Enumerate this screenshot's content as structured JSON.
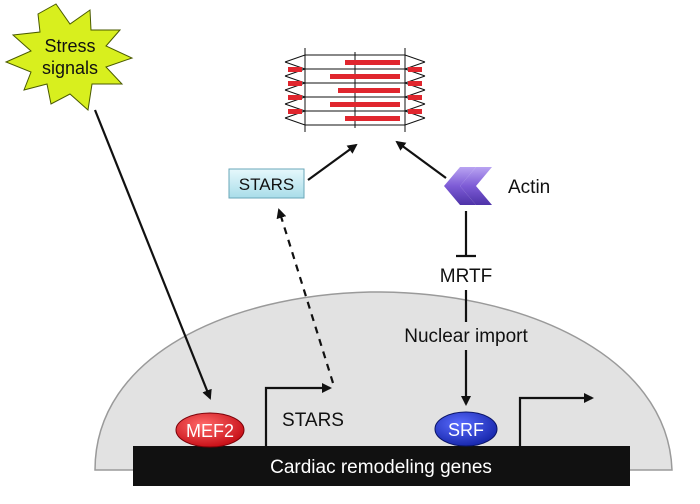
{
  "labels": {
    "stress_signals_line1": "Stress",
    "stress_signals_line2": "signals",
    "stars_protein": "STARS",
    "actin": "Actin",
    "mrtf": "MRTF",
    "nuclear_import": "Nuclear import",
    "mef2": "MEF2",
    "stars_gene": "STARS",
    "srf": "SRF",
    "gene_bar": "Cardiac remodeling genes"
  },
  "colors": {
    "starburst": "#d8ef1e",
    "nucleus": "#e2e2e2",
    "mef2": "#e0141c",
    "srf": "#1a2fc8",
    "stars_box": "#bfe9f2",
    "actin_chevron": "#7d5bd6",
    "sarcomere_red": "#e0262e",
    "gene_bar": "#111111"
  }
}
